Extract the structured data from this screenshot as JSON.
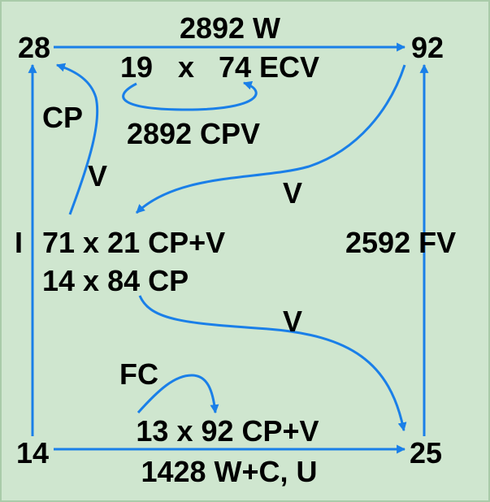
{
  "colors": {
    "background": "#cfe6cf",
    "border": "#a9cba9",
    "arrow": "#1a7fe8",
    "text": "#000000"
  },
  "nodes": {
    "top_left": "28",
    "top_right": "92",
    "bottom_left": "14",
    "bottom_right": "25"
  },
  "labels": {
    "top_edge": "2892 W",
    "top_factors_left": "19",
    "top_factors_x": "x",
    "top_factors_right": "74 ECV",
    "top_loop": "2892 CPV",
    "left_cp": "CP",
    "left_v": "V",
    "left_i": "I",
    "middle_line1": "71 x 21 CP+V",
    "middle_line2": "14 x 84 CP",
    "upper_right_v": "V",
    "lower_v": "V",
    "right_edge": "2592 FV",
    "fc": "FC",
    "bottom_factors": "13 x 92 CP+V",
    "bottom_edge": "1428 W+C, U"
  }
}
